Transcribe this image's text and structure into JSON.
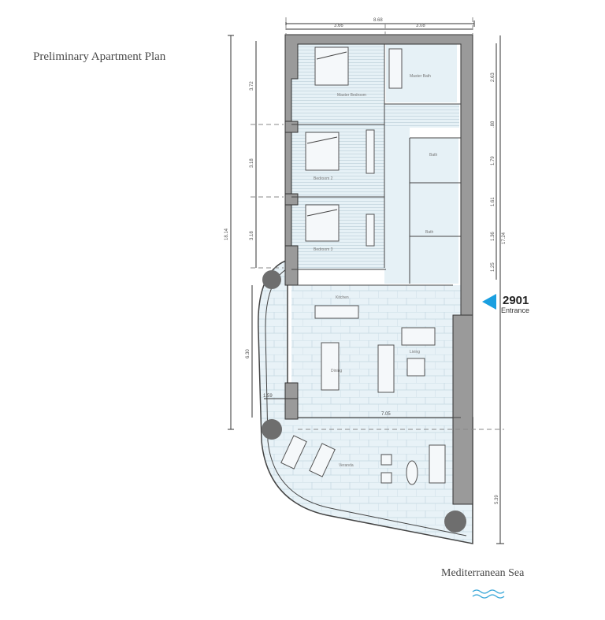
{
  "title": "Preliminary Apartment Plan",
  "unit": {
    "number": "2901",
    "entrance_label": "Entrance",
    "marker_color": "#1a9fe0"
  },
  "sea_label": "Mediterranean Sea",
  "rooms": {
    "master_bedroom": "Master Bedroom",
    "master_bath": "Master Bath",
    "bedroom_2": "Bedroom 2",
    "bedroom_3": "Bedroom 3",
    "bath_1": "Bath",
    "bath_2": "Bath",
    "kitchen": "Kitchen",
    "dining": "Dining",
    "living": "Living",
    "veranda": "Veranda"
  },
  "dimensions": {
    "top_total": "8.68",
    "top_left": "3.66",
    "top_right": "3.08",
    "left_total": "18.14",
    "left_1": "3.72",
    "left_2": "3.18",
    "left_3": "3.18",
    "left_living": "6.30",
    "veranda_width": "1.59",
    "living_width": "7.05",
    "right_total": "17.24",
    "right_1": "2.63",
    "right_2": ".88",
    "right_3": "1.79",
    "right_4": "1.61",
    "right_5": "1.36",
    "right_6": "1.25",
    "right_veranda": "5.39"
  },
  "colors": {
    "floor": "#e6f1f6",
    "wall": "#9a9a9a",
    "sea_waves": "#3aa8d8",
    "trees": "#6e6e6e"
  }
}
